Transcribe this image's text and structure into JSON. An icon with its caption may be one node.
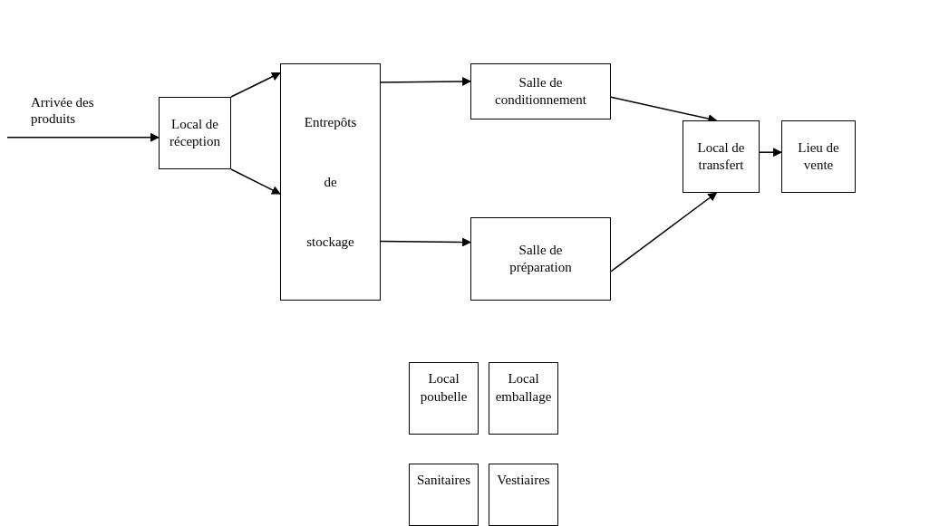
{
  "diagram": {
    "nodes": [
      {
        "text": [
          "Arrivée des produits"
        ]
      },
      {
        "text": [
          "Local de réception"
        ]
      },
      {
        "text": [
          "Entrepôts de stockage"
        ]
      },
      {
        "text": [
          "Salle de conditionnement"
        ]
      },
      {
        "text": [
          "Salle de préparation"
        ]
      },
      {
        "text": [
          "Local de transfert"
        ]
      },
      {
        "text": [
          "Lieu de vente"
        ]
      },
      {
        "text": [
          "Local poubelle"
        ]
      },
      {
        "text": [
          "Local emballage"
        ]
      },
      {
        "text": [
          "Sanitaires"
        ]
      },
      {
        "text": [
          "Vestiaires"
        ]
      }
    ],
    "edges": [
      {
        "from": null,
        "to": 1,
        "arrow": "to"
      },
      {
        "from": 1,
        "to": 2,
        "arrow": "to"
      },
      {
        "from": 1,
        "to": 2,
        "arrow": "to"
      },
      {
        "from": 2,
        "to": 3,
        "arrow": "to"
      },
      {
        "from": 2,
        "to": 4,
        "arrow": "to"
      },
      {
        "from": 3,
        "to": 5,
        "arrow": "to"
      },
      {
        "from": 4,
        "to": 5,
        "arrow": "to"
      },
      {
        "from": 5,
        "to": 6,
        "arrow": "to"
      }
    ]
  }
}
